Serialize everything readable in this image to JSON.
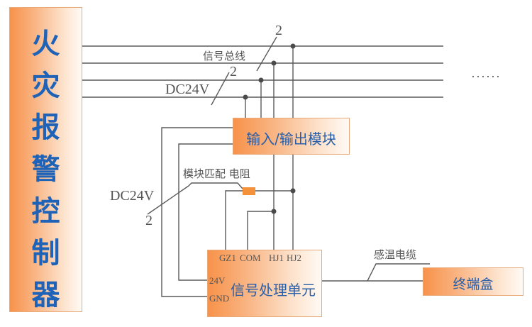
{
  "controller": {
    "label_chars": [
      "火",
      "灾",
      "报",
      "警",
      "控",
      "制",
      "器"
    ]
  },
  "io_module": {
    "label": "输入/输出模块"
  },
  "signal_unit": {
    "label": "信号处理单元",
    "ports": {
      "gz1": "GZ1",
      "com": "COM",
      "hj1": "HJ1",
      "hj2": "HJ2",
      "v24": "24V",
      "gnd": "GND"
    }
  },
  "terminal_box": {
    "label": "终端盒"
  },
  "annotations": {
    "signal_bus": "信号总线",
    "signal_bus_count": "2",
    "dc_bus": "DC24V",
    "dc_bus_count": "2",
    "dc_branch": "DC24V",
    "dc_branch_count": "2",
    "resistor": "模块匹配 电阻",
    "cable": "感温电缆",
    "continuation": "······"
  },
  "colors": {
    "box_gradient_start": "#f7924a",
    "label_blue": "#1e63b8",
    "line": "#555555",
    "resistor": "#f4923c"
  }
}
